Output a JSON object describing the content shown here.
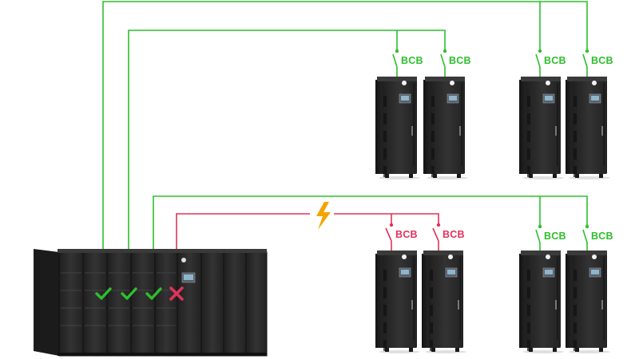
{
  "colors": {
    "ok": "#2ebf2e",
    "fault": "#e0335a",
    "bolt": "#f5a300",
    "cabinet": "#2b2b2b",
    "cabinet_dark": "#1c1c1c",
    "background": "#ffffff"
  },
  "ups_system": {
    "cabinets": 10,
    "outputs": [
      {
        "status": "ok",
        "icon": "check-icon"
      },
      {
        "status": "ok",
        "icon": "check-icon"
      },
      {
        "status": "ok",
        "icon": "check-icon"
      },
      {
        "status": "fault",
        "icon": "cross-icon"
      }
    ]
  },
  "battery_groups": [
    {
      "status": "ok",
      "breakers": [
        {
          "label": "BCB"
        },
        {
          "label": "BCB"
        }
      ]
    },
    {
      "status": "ok",
      "breakers": [
        {
          "label": "BCB"
        },
        {
          "label": "BCB"
        }
      ]
    },
    {
      "status": "fault",
      "breakers": [
        {
          "label": "BCB"
        },
        {
          "label": "BCB"
        }
      ],
      "fault_icon": "lightning-bolt-icon"
    },
    {
      "status": "ok",
      "breakers": [
        {
          "label": "BCB"
        },
        {
          "label": "BCB"
        }
      ]
    }
  ]
}
